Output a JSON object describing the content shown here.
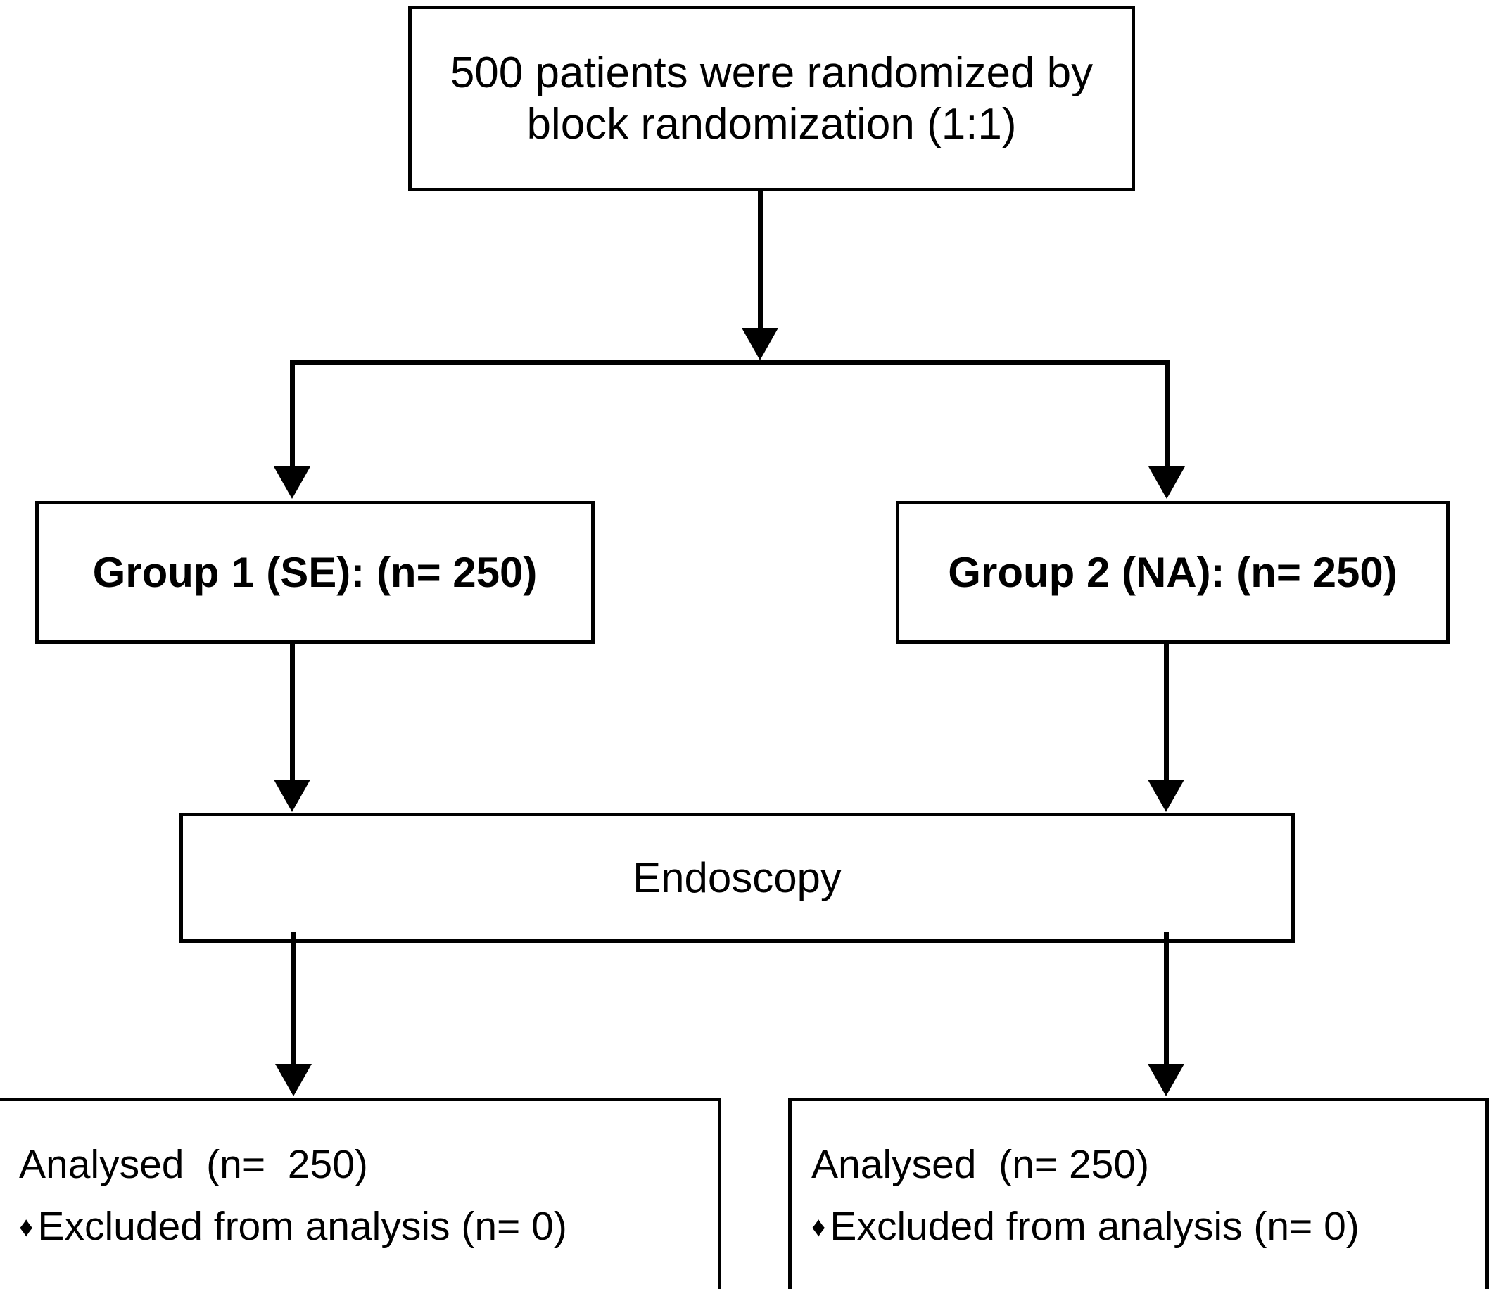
{
  "diagram": {
    "title": "CONSORT patient flow diagram",
    "stroke_color": "#000000",
    "background_color": "#ffffff",
    "nodes": {
      "randomization": {
        "line1": "500 patients were randomized by",
        "line2": "block randomization (1:1)"
      },
      "group1": {
        "label": "Group 1 (SE): (n= 250)"
      },
      "group2": {
        "label": "Group 2 (NA): (n= 250)"
      },
      "endoscopy": {
        "label": "Endoscopy"
      },
      "analysed_left": {
        "line1": "Analysed  (n=  250)",
        "bullet": "♦",
        "line2": "Excluded from analysis (n= 0)"
      },
      "analysed_right": {
        "line1": "Analysed  (n= 250)",
        "bullet": "♦",
        "line2": "Excluded from analysis (n= 0)"
      }
    },
    "connectors": [
      {
        "name": "randomization-to-split",
        "from": "randomization",
        "to": "split-bar"
      },
      {
        "name": "split-to-group1",
        "from": "split-bar",
        "to": "group1"
      },
      {
        "name": "split-to-group2",
        "from": "split-bar",
        "to": "group2"
      },
      {
        "name": "group1-to-endoscopy",
        "from": "group1",
        "to": "endoscopy"
      },
      {
        "name": "group2-to-endoscopy",
        "from": "group2",
        "to": "endoscopy"
      },
      {
        "name": "endoscopy-to-analysed-left",
        "from": "endoscopy",
        "to": "analysed_left"
      },
      {
        "name": "endoscopy-to-analysed-right",
        "from": "endoscopy",
        "to": "analysed_right"
      }
    ]
  }
}
